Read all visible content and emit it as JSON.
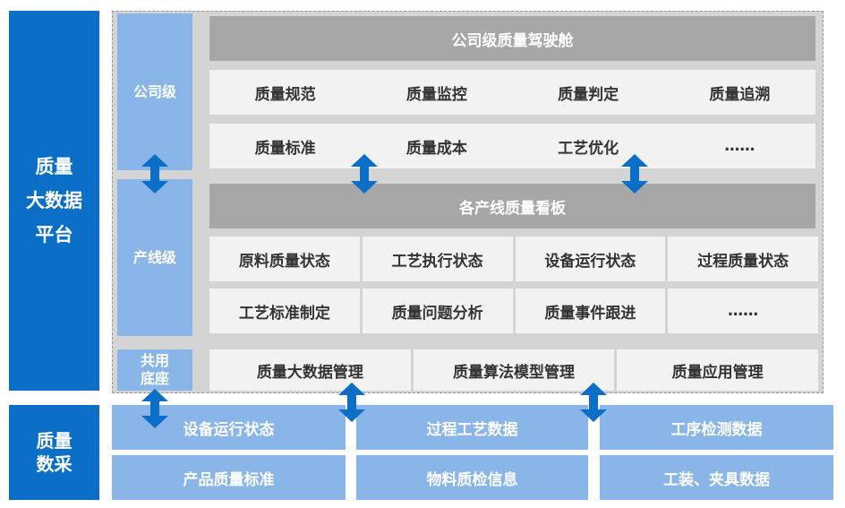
{
  "platform": {
    "line1": "质量",
    "line2": "大数据",
    "line3": "平台"
  },
  "collection": {
    "line1": "质量",
    "line2": "数采"
  },
  "levels": {
    "company": "公司级",
    "production_line": "产线级",
    "shared_base_line1": "共用",
    "shared_base_line2": "底座"
  },
  "company_level": {
    "title": "公司级质量驾驶舱",
    "row1": [
      "质量规范",
      "质量监控",
      "质量判定",
      "质量追溯"
    ],
    "row2": [
      "质量标准",
      "质量成本",
      "工艺优化",
      "……"
    ]
  },
  "line_level": {
    "title": "各产线质量看板",
    "row1": [
      "原料质量状态",
      "工艺执行状态",
      "设备运行状态",
      "过程质量状态"
    ],
    "row2": [
      "工艺标准制定",
      "质量问题分析",
      "质量事件跟进",
      "……"
    ]
  },
  "shared_base": [
    "质量大数据管理",
    "质量算法模型管理",
    "质量应用管理"
  ],
  "data_sources": {
    "row1": [
      "设备运行状态",
      "过程工艺数据",
      "工序检测数据"
    ],
    "row2": [
      "产品质量标准",
      "物料质检信息",
      "工装、夹具数据"
    ]
  },
  "colors": {
    "primary_blue": "#0c6fc7",
    "light_blue": "#8ab5e8",
    "gray_bar": "#a7a7a7",
    "panel_gray": "#d4d4d4",
    "cell_bg": "#f2f2f2"
  },
  "icons": {
    "connector": "double-arrow-vertical-icon"
  }
}
